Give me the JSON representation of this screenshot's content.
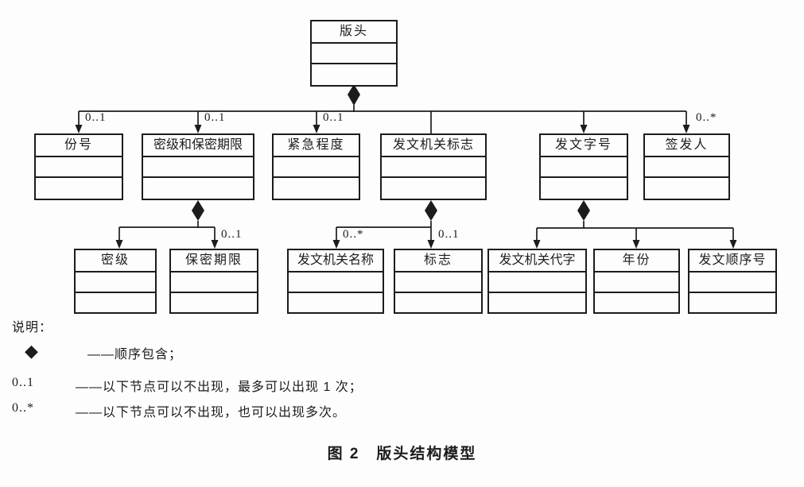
{
  "diagram": {
    "root": {
      "label": "版头"
    },
    "level1": [
      {
        "label": "份号",
        "multiplicity": "0..1"
      },
      {
        "label": "密级和保密期限",
        "multiplicity": "0..1"
      },
      {
        "label": "紧急程度",
        "multiplicity": "0..1"
      },
      {
        "label": "发文机关标志"
      },
      {
        "label": "发文字号"
      },
      {
        "label": "签发人",
        "multiplicity": "0..*"
      }
    ],
    "level2": [
      {
        "label": "密级"
      },
      {
        "label": "保密期限",
        "multiplicity": "0..1"
      },
      {
        "label": "发文机关名称",
        "multiplicity": "0..*"
      },
      {
        "label": "标志",
        "multiplicity": "0..1"
      },
      {
        "label": "发文机关代字"
      },
      {
        "label": "年份"
      },
      {
        "label": "发文顺序号"
      }
    ],
    "line_color": "#1c1c1c"
  },
  "legend": {
    "heading": "说明：",
    "items": [
      {
        "symbol": "◆",
        "text": "——顺序包含；"
      },
      {
        "symbol": "0..1",
        "text": "——以下节点可以不出现，最多可以出现 1 次；"
      },
      {
        "symbol": "0..*",
        "text": "——以下节点可以不出现，也可以出现多次。"
      }
    ]
  },
  "caption": "图 2　版头结构模型"
}
